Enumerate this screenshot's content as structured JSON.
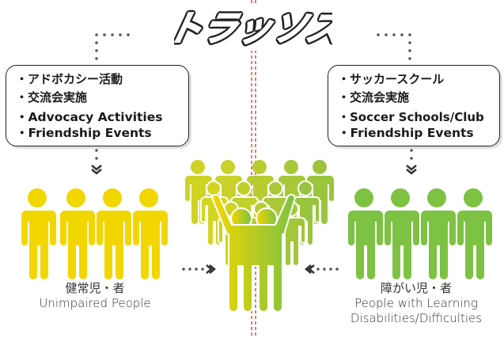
{
  "title": "トラッソス",
  "left_box": {
    "items": [
      "・アドボカシー活動",
      "・交流会実施",
      "・Advocacy Activities",
      "・Friendship Events"
    ]
  },
  "right_box": {
    "items": [
      "・サッカースクール",
      "・交流会実施",
      "・Soccer Schools/Club",
      "・Friendship Events"
    ]
  },
  "left_caption": {
    "jp": "健常児・者",
    "en": "Unimpaired People"
  },
  "right_caption": {
    "jp": "障がい児・者",
    "en": "People with Learning",
    "en2": "Disabilities/Difficulties"
  },
  "colors": {
    "yellow": "#F2D600",
    "green": "#7DC242",
    "yellow_green": "#BFD020",
    "divider": "#E0413A",
    "arrow": "#333333"
  }
}
